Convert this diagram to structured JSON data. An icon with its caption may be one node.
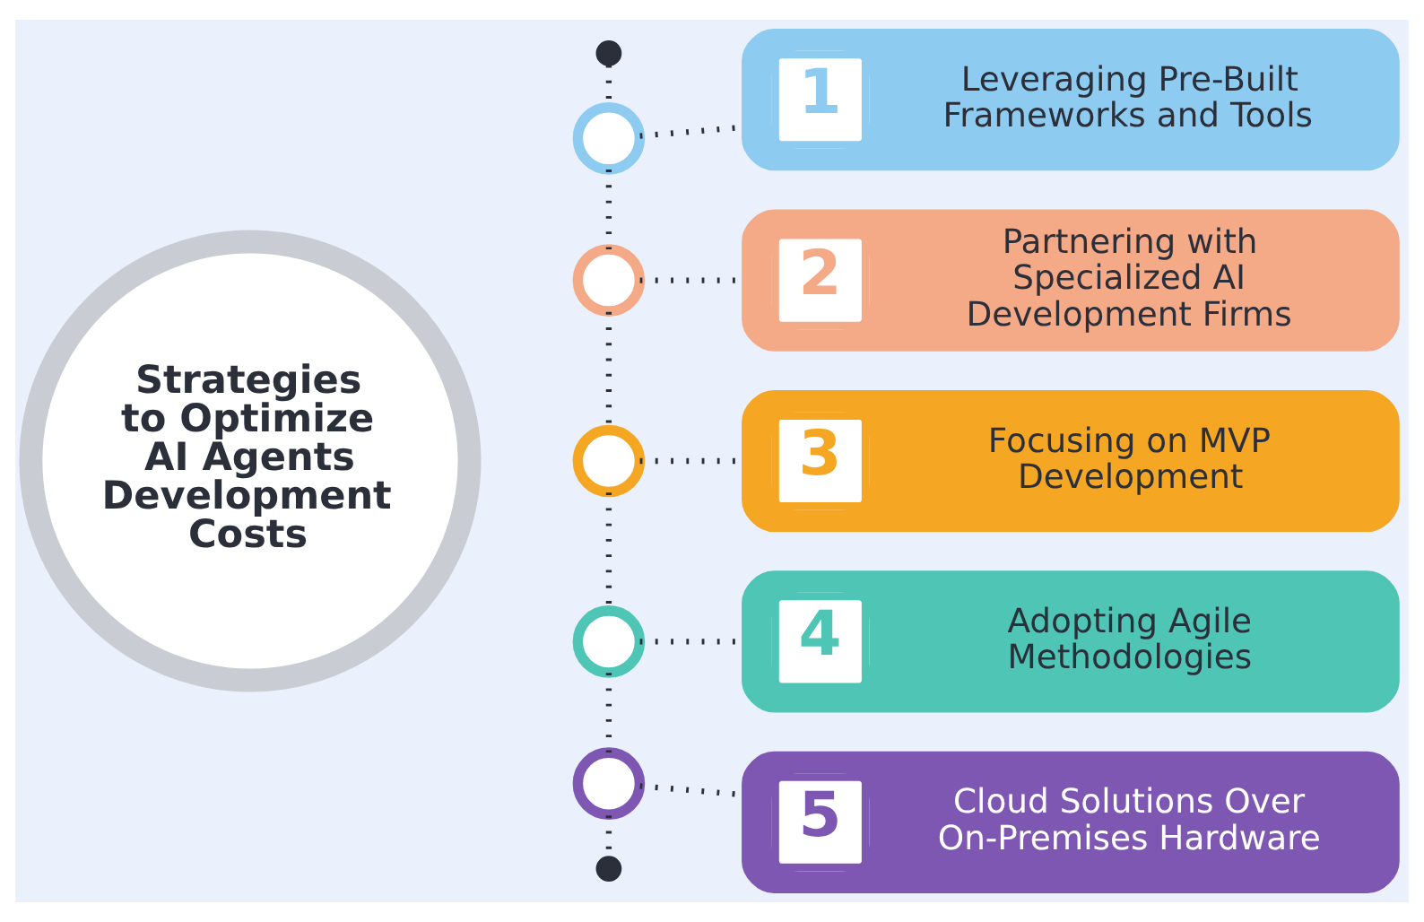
{
  "diagram": {
    "nodes": [
      {
        "text": [
          "Strategies to Optimize AI Agents Development Costs"
        ]
      },
      {
        "text": [],
        "shape": "dot"
      },
      {
        "text": [],
        "shape": "circle"
      },
      {
        "text": [],
        "shape": "circle"
      },
      {
        "text": [],
        "shape": "circle"
      },
      {
        "text": [],
        "shape": "circle"
      },
      {
        "text": [],
        "shape": "circle"
      },
      {
        "text": [],
        "shape": "dot"
      },
      {
        "text": [
          "1",
          "Leveraging Pre-Built Frameworks and Tools"
        ]
      },
      {
        "text": [
          "2",
          "Partnering with Specialized AI Development Firms"
        ]
      },
      {
        "text": [
          "3",
          "Focusing on MVP Development"
        ]
      },
      {
        "text": [
          "4",
          "Adopting Agile Methodologies"
        ]
      },
      {
        "text": [
          "5",
          "Cloud Solutions Over On-Premises Hardware"
        ]
      }
    ],
    "edges": [
      {
        "from": 1,
        "to": 2,
        "arrow": "none"
      },
      {
        "from": 2,
        "to": 3,
        "arrow": "none"
      },
      {
        "from": 3,
        "to": 4,
        "arrow": "none"
      },
      {
        "from": 4,
        "to": 5,
        "arrow": "none"
      },
      {
        "from": 5,
        "to": 6,
        "arrow": "none"
      },
      {
        "from": 6,
        "to": 7,
        "arrow": "none"
      },
      {
        "from": 2,
        "to": 8,
        "arrow": "none"
      },
      {
        "from": 3,
        "to": 9,
        "arrow": "none"
      },
      {
        "from": 4,
        "to": 10,
        "arrow": "none"
      },
      {
        "from": 5,
        "to": 11,
        "arrow": "none"
      },
      {
        "from": 6,
        "to": 12,
        "arrow": "none"
      }
    ]
  }
}
